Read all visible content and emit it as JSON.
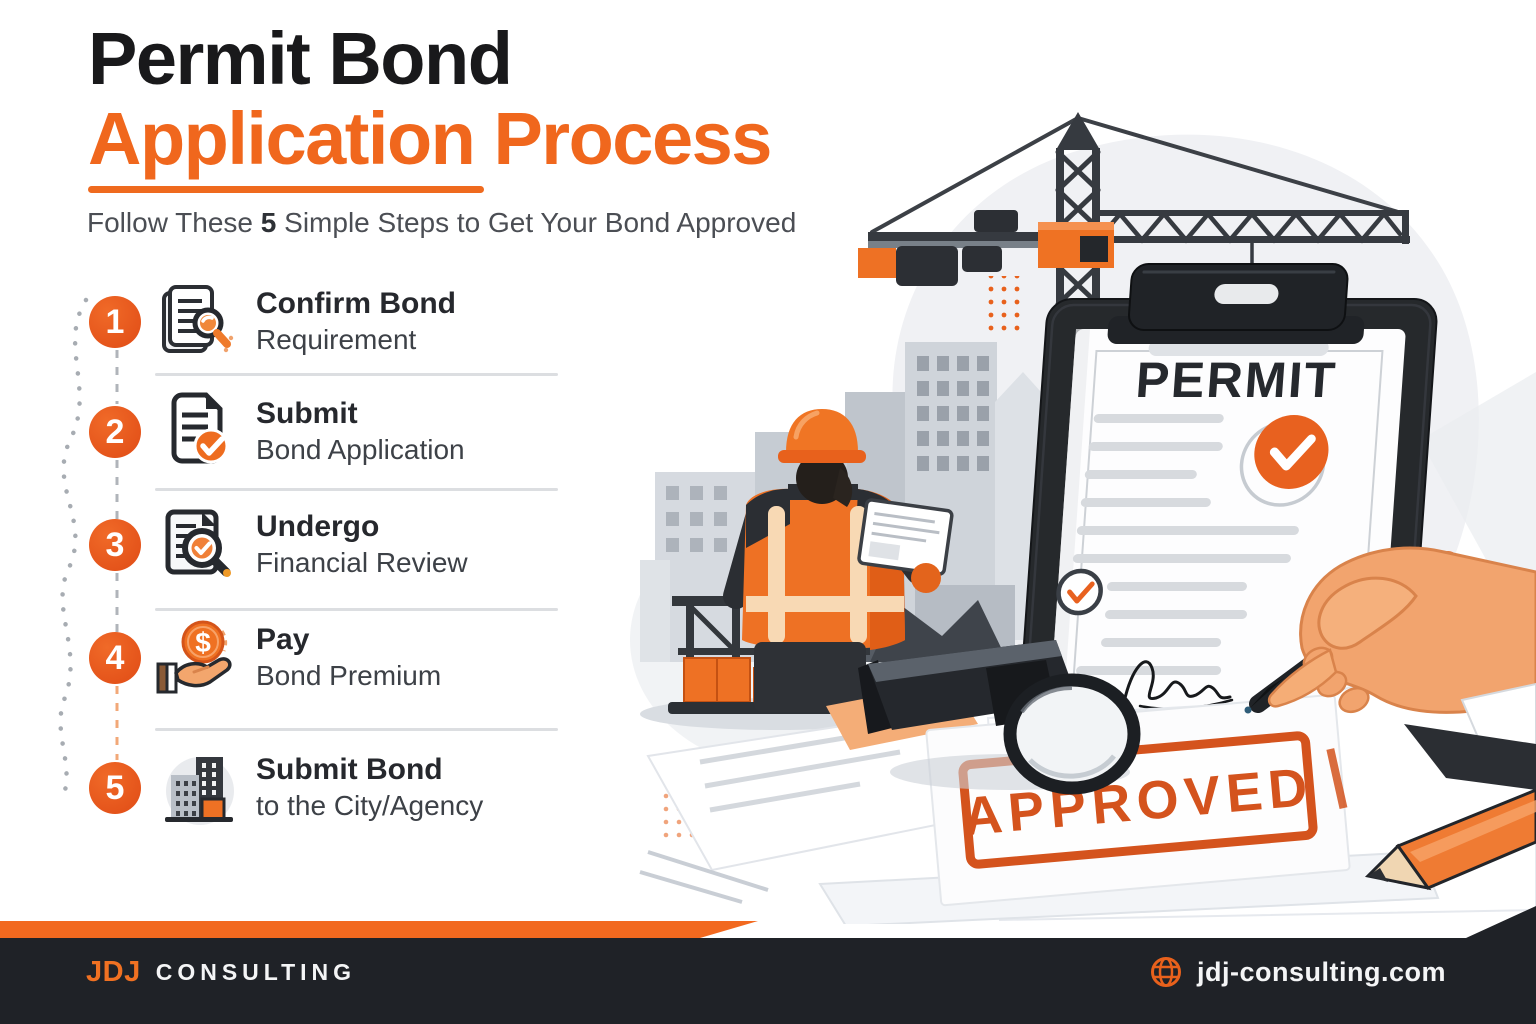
{
  "header": {
    "title_line1": "Permit Bond",
    "title_line2": "Application Process",
    "subtitle_prefix": "Follow These ",
    "subtitle_bold": "5",
    "subtitle_suffix": " Simple Steps to Get Your Bond Approved"
  },
  "steps": [
    {
      "number": 1,
      "title": "Confirm Bond",
      "subtitle": "Requirement",
      "icon": "document-search-icon"
    },
    {
      "number": 2,
      "title": "Submit",
      "subtitle": "Bond Application",
      "icon": "document-check-icon"
    },
    {
      "number": 3,
      "title": "Undergo",
      "subtitle": "Financial Review",
      "icon": "document-review-icon"
    },
    {
      "number": 4,
      "title": "Pay",
      "subtitle": "Bond Premium",
      "icon": "hand-coin-icon",
      "coin_glyph": "$"
    },
    {
      "number": 5,
      "title": "Submit Bond",
      "subtitle": "to the City/Agency",
      "icon": "city-buildings-icon"
    }
  ],
  "illustration": {
    "permit_label": "PERMIT",
    "approved_label": "APPROVED"
  },
  "footer": {
    "brand_primary": "JDJ",
    "brand_secondary": "CONSULTING",
    "website": "jdj-consulting.com"
  },
  "colors": {
    "orange": "#ee671d",
    "orange_deep": "#e4531a",
    "approved_red": "#d4531d",
    "dark": "#26292e",
    "footer_bg": "#1f2227"
  }
}
